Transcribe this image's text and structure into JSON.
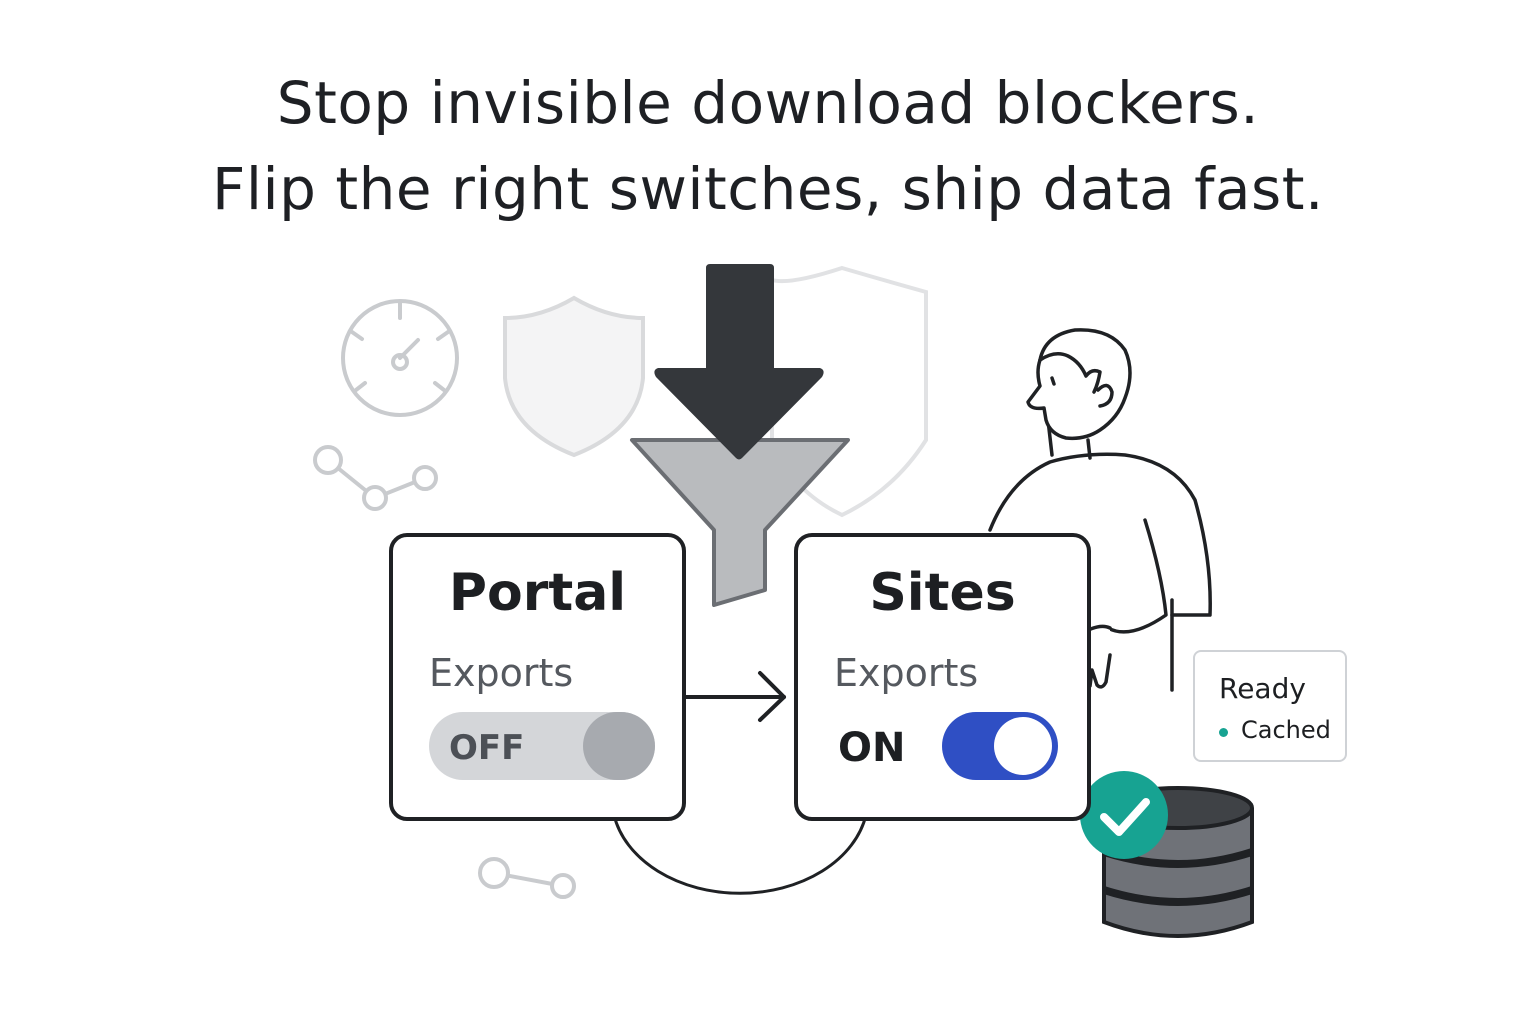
{
  "headline": {
    "line1": "Stop invisible download blockers.",
    "line2": "Flip the right switches, ship data fast."
  },
  "portal_card": {
    "title": "Portal",
    "label": "Exports",
    "toggle_text": "OFF",
    "toggle_state": "off"
  },
  "sites_card": {
    "title": "Sites",
    "label": "Exports",
    "state_text": "ON",
    "toggle_state": "on"
  },
  "status": {
    "ready": "Ready",
    "cached": "Cached"
  },
  "icons": [
    "speedometer-icon",
    "shield-icon",
    "network-nodes-icon",
    "download-arrow-icon",
    "funnel-icon",
    "person-illustration",
    "database-icon",
    "check-badge-icon"
  ],
  "colors": {
    "toggle_on": "#2f4fc4",
    "toggle_off": "#d4d6d9",
    "check_badge": "#17a392",
    "database": "#6f7278",
    "arrow": "#34373b",
    "funnel": "#b9bbbe"
  }
}
